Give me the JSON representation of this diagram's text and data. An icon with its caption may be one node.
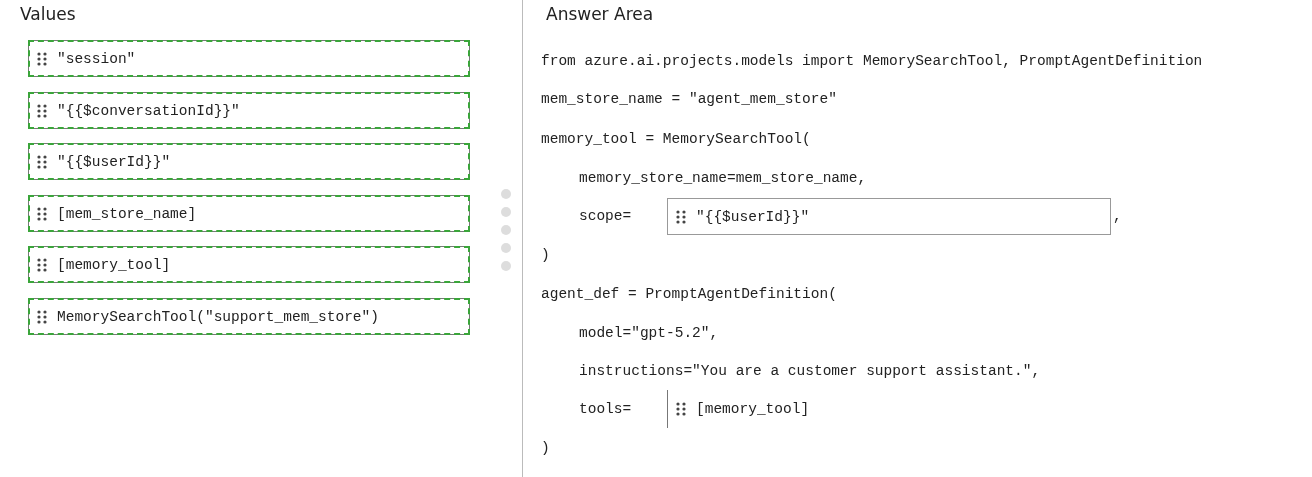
{
  "diagram": {
    "nodes": [
      {
        "text": [
          "Values"
        ]
      },
      {
        "text": [
          "\"session\""
        ],
        "in": 0
      },
      {
        "text": [
          "\"{{$conversationId}}\""
        ],
        "in": 0
      },
      {
        "text": [
          "\"{{$userId}}\""
        ],
        "in": 0
      },
      {
        "text": [
          "[mem_store_name]"
        ],
        "in": 0
      },
      {
        "text": [
          "[memory_tool]"
        ],
        "in": 0
      },
      {
        "text": [
          "MemorySearchTool(\"support_mem_store\")"
        ],
        "in": 0
      },
      {
        "text": [
          "Answer Area"
        ]
      },
      {
        "text": [
          "\"{{$userId}}\""
        ],
        "in": 7
      },
      {
        "text": [
          "[memory_tool]"
        ],
        "in": 7
      }
    ],
    "labels": [
      "from azure.ai.projects.models import MemorySearchTool, PromptAgentDefinition",
      "mem_store_name = \"agent_mem_store\"",
      "memory_tool = MemorySearchTool(",
      "memory_store_name=mem_store_name,",
      "scope=",
      ",",
      ")",
      "agent_def = PromptAgentDefinition(",
      "model=\"gpt-5.2\",",
      "instructions=\"You are a customer support assistant.\",",
      "tools=",
      ")"
    ]
  }
}
